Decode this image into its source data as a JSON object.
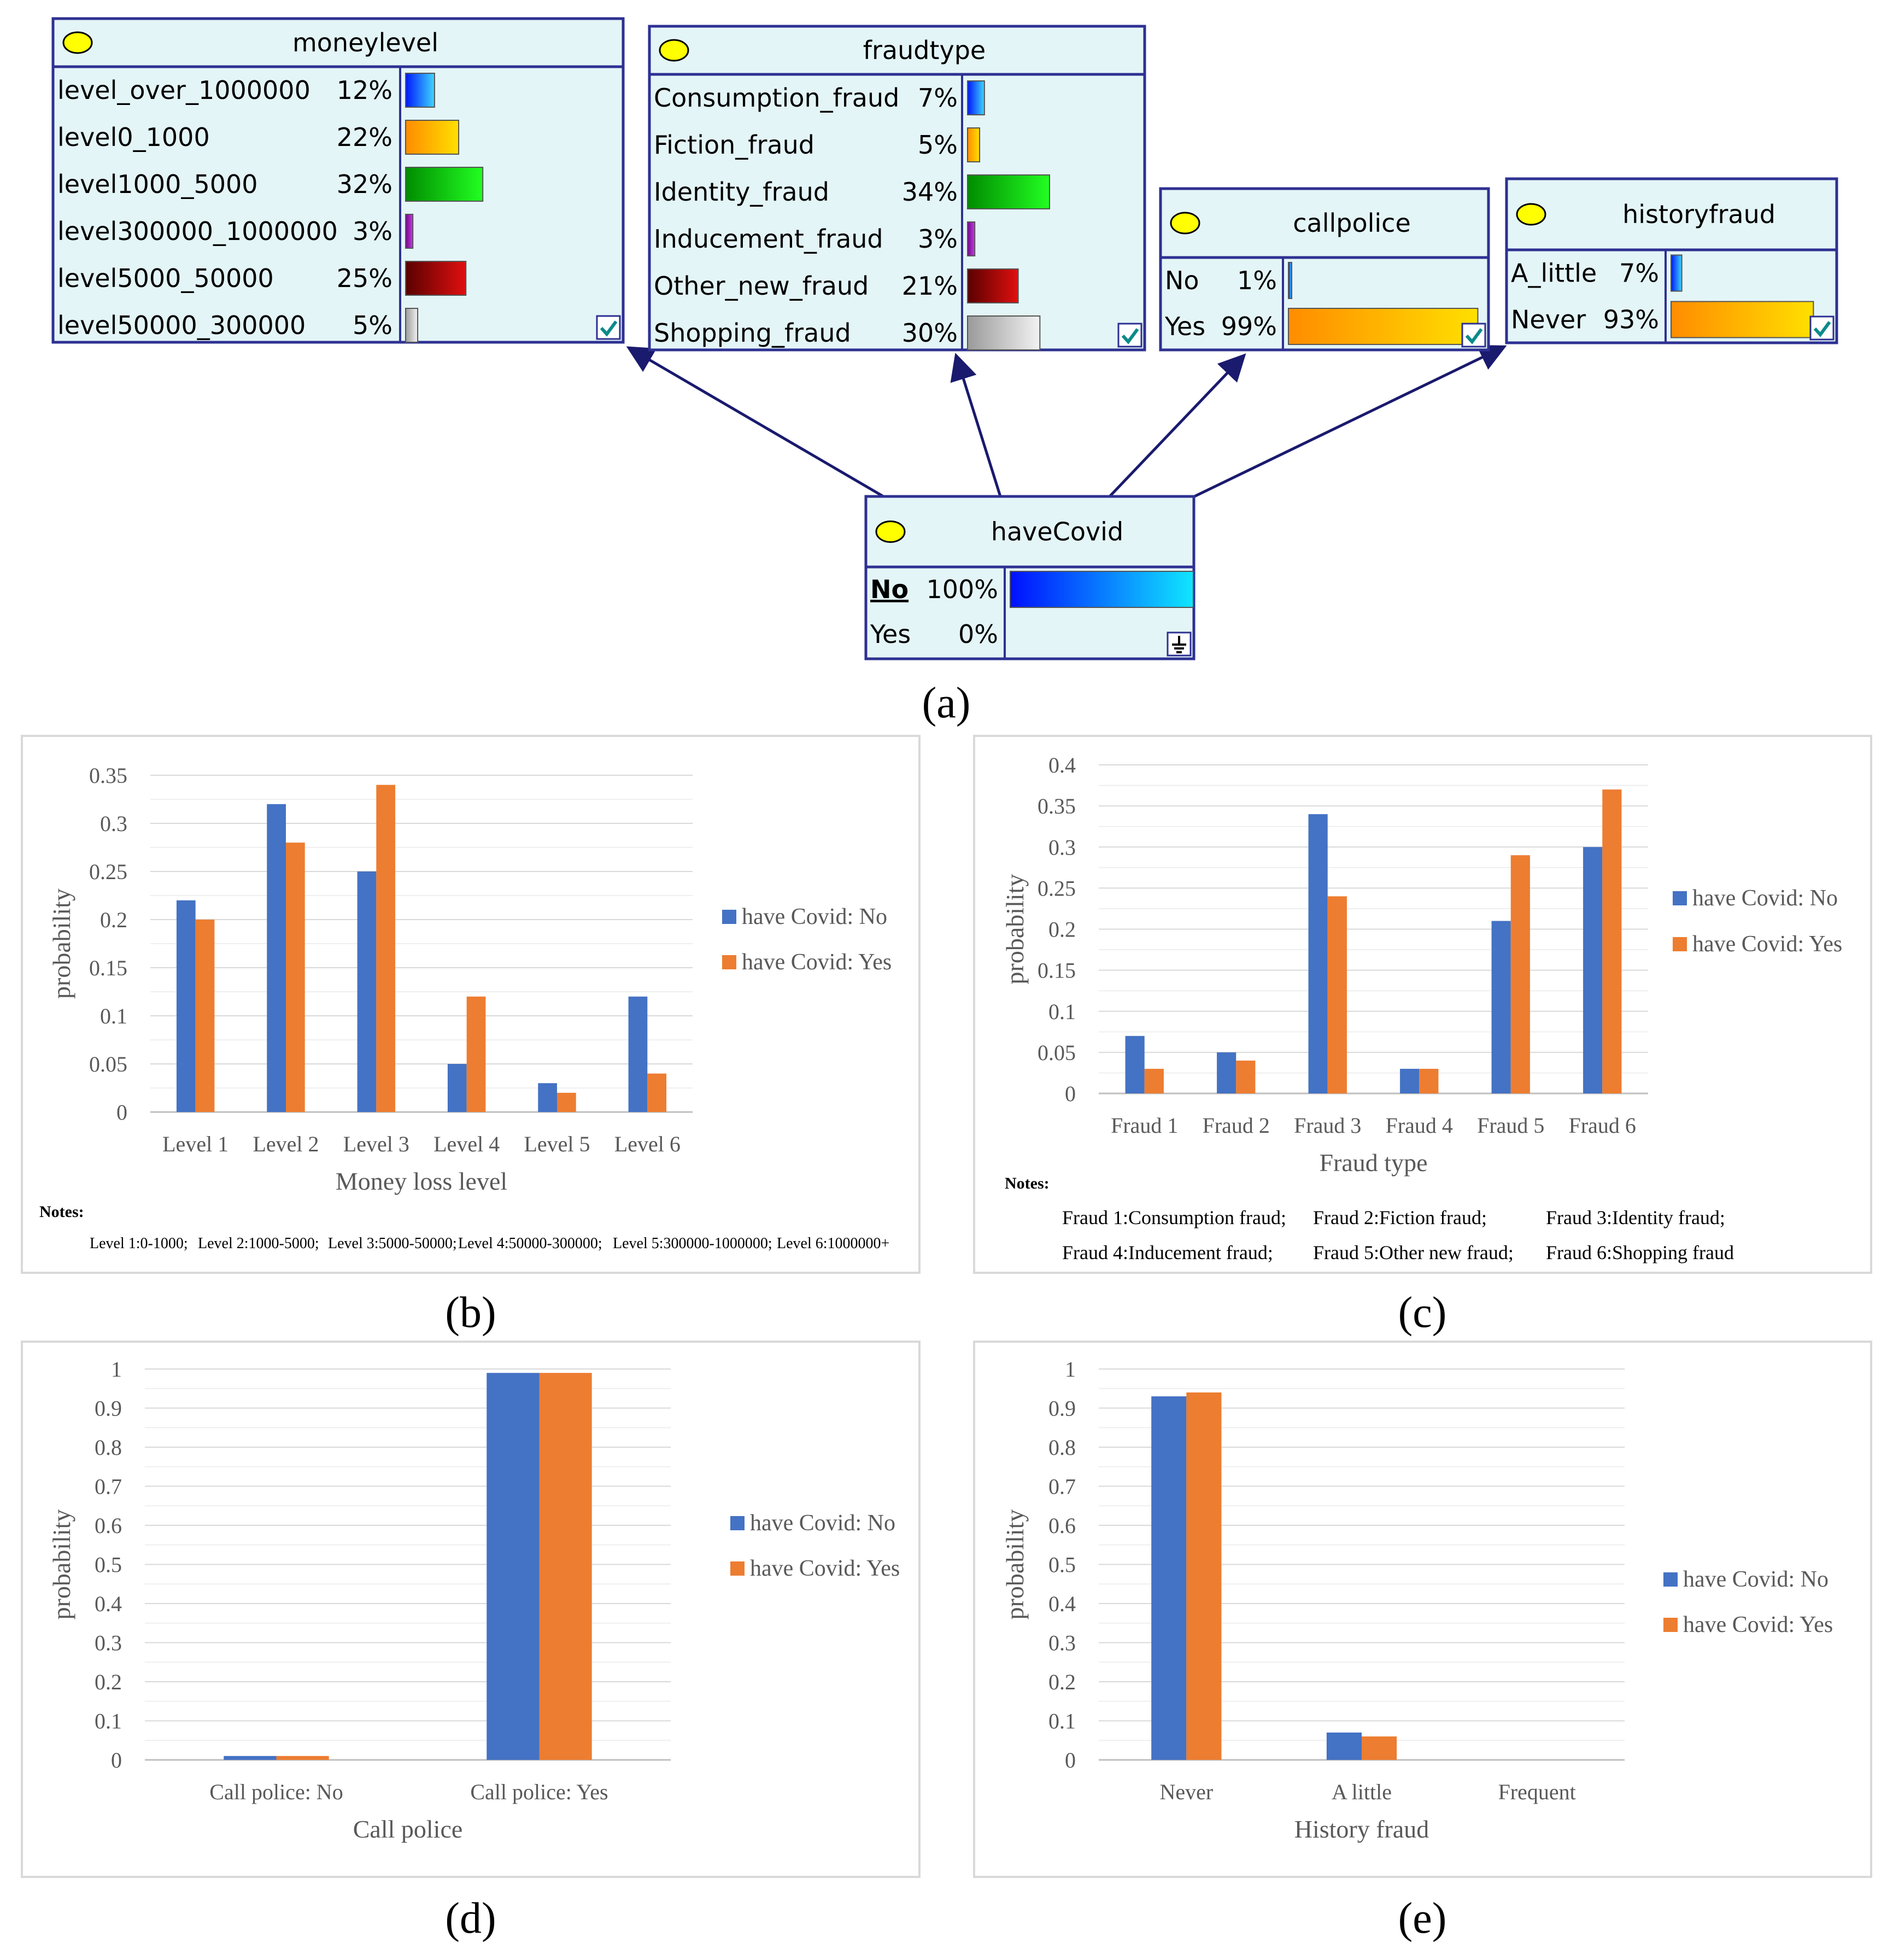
{
  "panel_labels": [
    "(a)",
    "(b)",
    "(c)",
    "(d)",
    "(e)"
  ],
  "colors": {
    "series_no": "#4472C4",
    "series_yes": "#ED7D31",
    "node_bg": "#E4F5F7",
    "node_border": "#2E3192",
    "node_oval": "#FFFF00",
    "grid": "#D9D9D9",
    "axis_text": "#595959"
  },
  "network": {
    "nodes": [
      {
        "id": "moneylevel",
        "title": "moneylevel",
        "states": [
          {
            "label": "level_over_1000000",
            "pct": "12%",
            "value": 0.12,
            "bar": "blue"
          },
          {
            "label": "level0_1000",
            "pct": "22%",
            "value": 0.22,
            "bar": "orange"
          },
          {
            "label": "level1000_5000",
            "pct": "32%",
            "value": 0.32,
            "bar": "green"
          },
          {
            "label": "level300000_1000000",
            "pct": "3%",
            "value": 0.03,
            "bar": "purple"
          },
          {
            "label": "level5000_50000",
            "pct": "25%",
            "value": 0.25,
            "bar": "darkred"
          },
          {
            "label": "level50000_300000",
            "pct": "5%",
            "value": 0.05,
            "bar": "gray"
          }
        ],
        "corner_icon": "checkmark-icon"
      },
      {
        "id": "fraudtype",
        "title": "fraudtype",
        "states": [
          {
            "label": "Consumption_fraud",
            "pct": "7%",
            "value": 0.07,
            "bar": "blue"
          },
          {
            "label": "Fiction_fraud",
            "pct": "5%",
            "value": 0.05,
            "bar": "orange"
          },
          {
            "label": "Identity_fraud",
            "pct": "34%",
            "value": 0.34,
            "bar": "green"
          },
          {
            "label": "Inducement_fraud",
            "pct": "3%",
            "value": 0.03,
            "bar": "purple"
          },
          {
            "label": "Other_new_fraud",
            "pct": "21%",
            "value": 0.21,
            "bar": "darkred"
          },
          {
            "label": "Shopping_fraud",
            "pct": "30%",
            "value": 0.3,
            "bar": "gray"
          }
        ],
        "corner_icon": "checkmark-icon"
      },
      {
        "id": "callpolice",
        "title": "callpolice",
        "states": [
          {
            "label": "No",
            "pct": "1%",
            "value": 0.01,
            "bar": "blue"
          },
          {
            "label": "Yes",
            "pct": "99%",
            "value": 0.99,
            "bar": "orange"
          }
        ],
        "corner_icon": "checkmark-icon"
      },
      {
        "id": "historyfraud",
        "title": "historyfraud",
        "states": [
          {
            "label": "A_little",
            "pct": "7%",
            "value": 0.07,
            "bar": "blue"
          },
          {
            "label": "Never",
            "pct": "93%",
            "value": 0.93,
            "bar": "orange"
          }
        ],
        "corner_icon": "checkmark-icon"
      },
      {
        "id": "haveCovid",
        "title": "haveCovid",
        "states": [
          {
            "label": "No",
            "pct": "100%",
            "value": 1.0,
            "bar": "cyan"
          },
          {
            "label": "Yes",
            "pct": "0%",
            "value": 0.0,
            "bar": "none"
          }
        ],
        "corner_icon": "evidence-icon"
      }
    ],
    "edges": [
      {
        "from": "haveCovid",
        "to": "moneylevel"
      },
      {
        "from": "haveCovid",
        "to": "fraudtype"
      },
      {
        "from": "haveCovid",
        "to": "callpolice"
      },
      {
        "from": "haveCovid",
        "to": "historyfraud"
      }
    ]
  },
  "chart_data": [
    {
      "panel": "(b)",
      "type": "bar",
      "categories": [
        "Level 1",
        "Level 2",
        "Level 3",
        "Level 4",
        "Level 5",
        "Level 6"
      ],
      "series": [
        {
          "name": "have Covid: No",
          "values": [
            0.22,
            0.32,
            0.25,
            0.05,
            0.03,
            0.12
          ]
        },
        {
          "name": "have Covid: Yes",
          "values": [
            0.2,
            0.28,
            0.34,
            0.12,
            0.02,
            0.04
          ]
        }
      ],
      "xlabel": "Money loss level",
      "ylabel": "probability",
      "ylim": [
        0,
        0.35
      ],
      "yticks": [
        "0",
        "0.05",
        "0.1",
        "0.15",
        "0.2",
        "0.25",
        "0.3",
        "0.35"
      ],
      "grid": true,
      "legend": "right",
      "notes_title": "Notes:",
      "notes": [
        [
          "Level 1:0-1000;",
          "Level 2:1000-5000;",
          "Level 3:5000-50000;",
          "Level 4:50000-300000;",
          "Level 5:300000-1000000;",
          "Level 6:1000000+"
        ]
      ]
    },
    {
      "panel": "(c)",
      "type": "bar",
      "categories": [
        "Fraud 1",
        "Fraud 2",
        "Fraud 3",
        "Fraud 4",
        "Fraud 5",
        "Fraud 6"
      ],
      "series": [
        {
          "name": "have Covid: No",
          "values": [
            0.07,
            0.05,
            0.34,
            0.03,
            0.21,
            0.3
          ]
        },
        {
          "name": "have Covid: Yes",
          "values": [
            0.03,
            0.04,
            0.24,
            0.03,
            0.29,
            0.37
          ]
        }
      ],
      "xlabel": "Fraud type",
      "ylabel": "probability",
      "ylim": [
        0,
        0.4
      ],
      "yticks": [
        "0",
        "0.05",
        "0.1",
        "0.15",
        "0.2",
        "0.25",
        "0.3",
        "0.35",
        "0.4"
      ],
      "grid": true,
      "legend": "right",
      "notes_title": "Notes:",
      "notes": [
        [
          "Fraud 1:Consumption fraud;",
          "Fraud 2:Fiction fraud;",
          "Fraud 3:Identity fraud;"
        ],
        [
          "Fraud 4:Inducement fraud;",
          "Fraud 5:Other new fraud;",
          "Fraud 6:Shopping fraud"
        ]
      ]
    },
    {
      "panel": "(d)",
      "type": "bar",
      "categories": [
        "Call police: No",
        "Call police: Yes"
      ],
      "series": [
        {
          "name": "have Covid: No",
          "values": [
            0.01,
            0.99
          ]
        },
        {
          "name": "have Covid: Yes",
          "values": [
            0.01,
            0.99
          ]
        }
      ],
      "xlabel": "Call police",
      "ylabel": "probability",
      "ylim": [
        0,
        1
      ],
      "yticks": [
        "0",
        "0.1",
        "0.2",
        "0.3",
        "0.4",
        "0.5",
        "0.6",
        "0.7",
        "0.8",
        "0.9",
        "1"
      ],
      "grid": true,
      "legend": "right",
      "notes_title": "",
      "notes": []
    },
    {
      "panel": "(e)",
      "type": "bar",
      "categories": [
        "Never",
        "A little",
        "Frequent"
      ],
      "series": [
        {
          "name": "have Covid: No",
          "values": [
            0.93,
            0.07,
            0
          ]
        },
        {
          "name": "have Covid: Yes",
          "values": [
            0.94,
            0.06,
            0
          ]
        }
      ],
      "xlabel": "History fraud",
      "ylabel": "probability",
      "ylim": [
        0,
        1
      ],
      "yticks": [
        "0",
        "0.1",
        "0.2",
        "0.3",
        "0.4",
        "0.5",
        "0.6",
        "0.7",
        "0.8",
        "0.9",
        "1"
      ],
      "grid": true,
      "legend": "right",
      "notes_title": "",
      "notes": []
    }
  ]
}
